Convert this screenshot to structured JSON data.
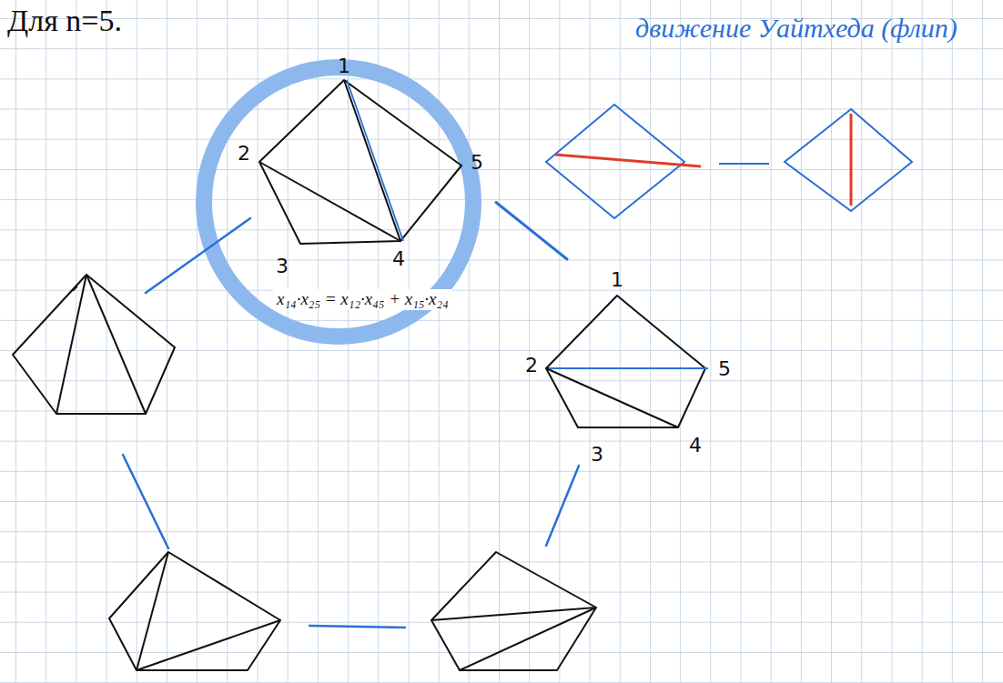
{
  "diagram": {
    "title": "Для n=5.",
    "nodes": [
      {
        "text": [
          "1",
          "2",
          "3",
          "4",
          "5"
        ]
      },
      {
        "text": [
          "1",
          "2",
          "3",
          "4",
          "5"
        ]
      }
    ],
    "edges": [
      {
        "from": 0,
        "to": 1,
        "arrow": "none"
      }
    ],
    "labels": [
      "движение Уайтхеда (флип)",
      "x₁₄·x₂₅ = x₁₂·x₄₅ + x₁₅·x₂₄"
    ]
  }
}
